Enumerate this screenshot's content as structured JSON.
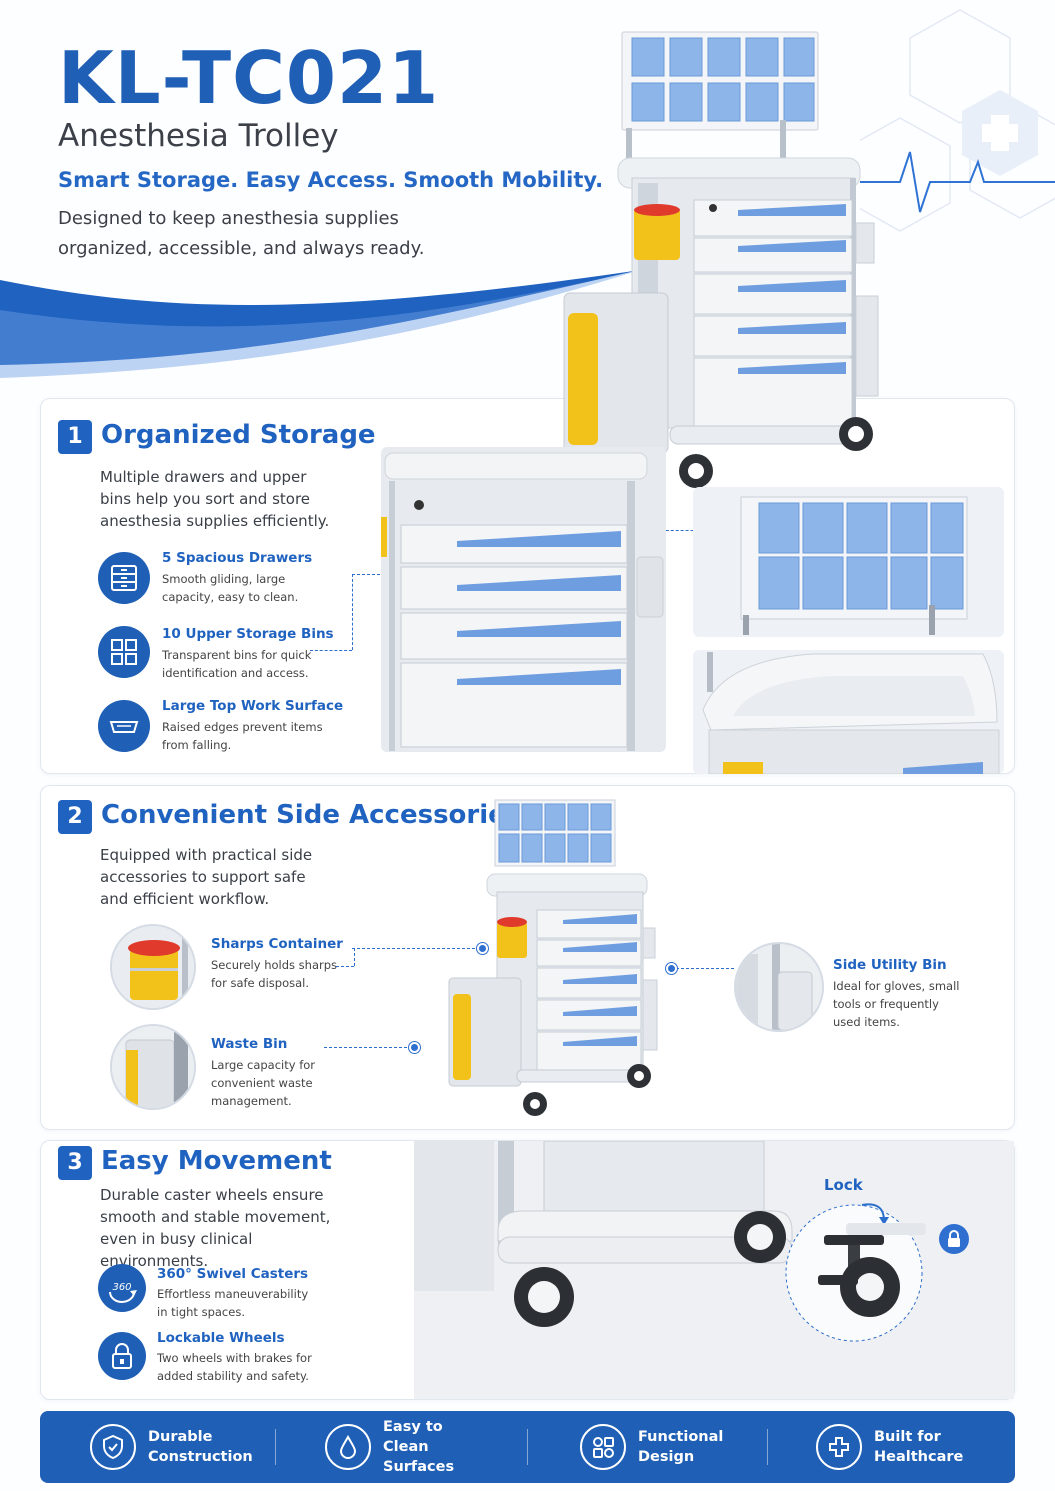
{
  "header": {
    "model": "KL-TC021",
    "subtitle": "Anesthesia Trolley",
    "tagline": "Smart Storage. Easy Access. Smooth Mobility.",
    "description": "Designed to keep anesthesia supplies organized, accessible, and always ready."
  },
  "section1": {
    "number": "1",
    "title": "Organized Storage",
    "text": "Multiple drawers and upper bins help you sort and store anesthesia supplies efficiently.",
    "features": [
      {
        "title": "5 Spacious Drawers",
        "text": "Smooth gliding, large capacity, easy to clean.",
        "icon": "drawers-icon"
      },
      {
        "title": "10 Upper Storage Bins",
        "text": "Transparent bins for quick identification and access.",
        "icon": "grid-bins-icon"
      },
      {
        "title": "Large Top Work Surface",
        "text": "Raised edges prevent items from falling.",
        "icon": "tray-icon"
      }
    ]
  },
  "section2": {
    "number": "2",
    "title": "Convenient Side Accessories",
    "text": "Equipped with practical side accessories to support safe and efficient workflow.",
    "features": [
      {
        "title": "Sharps Container",
        "text": "Securely holds sharps for safe disposal."
      },
      {
        "title": "Waste Bin",
        "text": "Large capacity for convenient waste management."
      },
      {
        "title": "Side Utility Bin",
        "text": "Ideal for gloves, small tools or frequently used items."
      }
    ]
  },
  "section3": {
    "number": "3",
    "title": "Easy Movement",
    "text": "Durable caster wheels ensure smooth and stable movement, even in busy clinical environments.",
    "lock_label": "Lock",
    "features": [
      {
        "title": "360° Swivel Casters",
        "text": "Effortless maneuverability in tight spaces.",
        "icon": "swivel-360-icon",
        "badge": "360"
      },
      {
        "title": "Lockable Wheels",
        "text": "Two wheels with brakes for added stability and safety.",
        "icon": "lock-icon"
      }
    ]
  },
  "footer": [
    {
      "label": "Durable Construction",
      "icon": "shield-check-icon"
    },
    {
      "label": "Easy to Clean Surfaces",
      "icon": "droplet-icon"
    },
    {
      "label": "Functional Design",
      "icon": "modules-icon"
    },
    {
      "label": "Built for Healthcare",
      "icon": "medical-cross-icon"
    }
  ],
  "colors": {
    "brand": "#1f5fb5",
    "accent": "#2467c4",
    "drawer_blue": "#6f9ee0",
    "bin_yellow": "#f2c21b"
  }
}
